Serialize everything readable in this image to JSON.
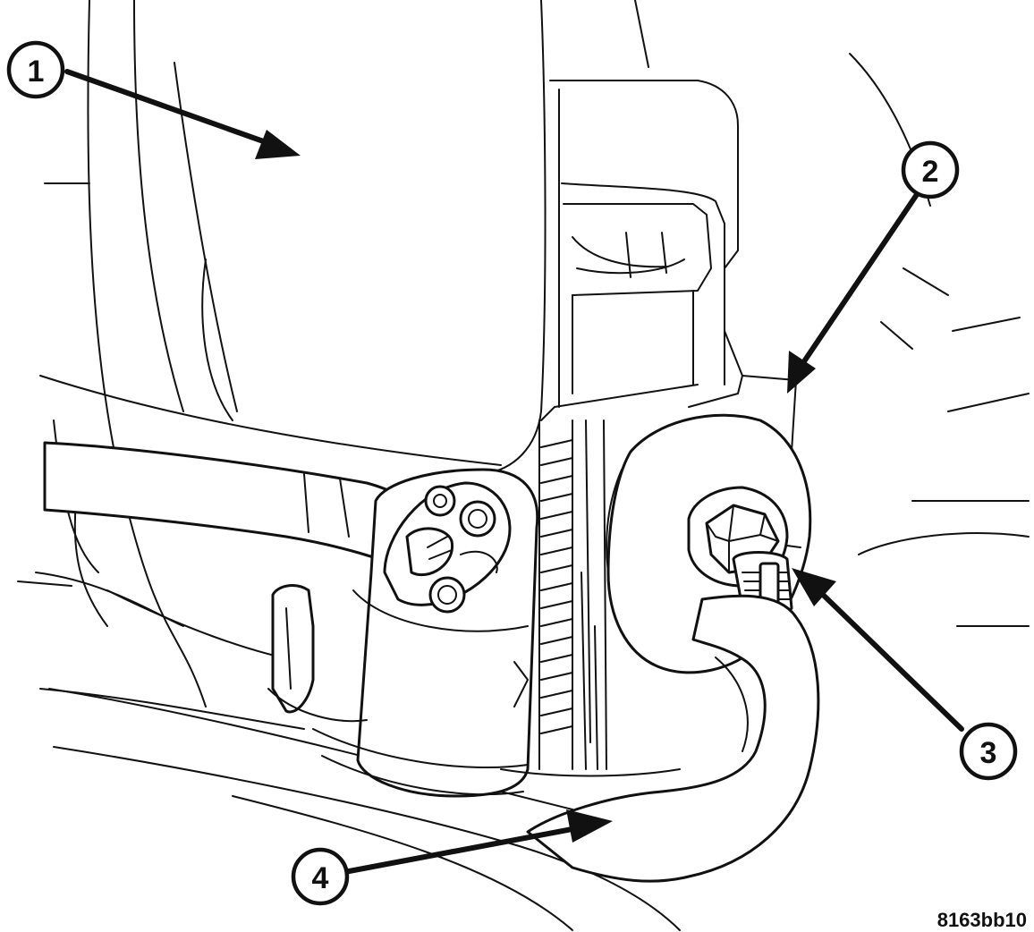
{
  "figure": {
    "id_label": "8163bb10"
  },
  "callouts": [
    {
      "number": "1"
    },
    {
      "number": "2"
    },
    {
      "number": "3"
    },
    {
      "number": "4"
    }
  ],
  "colors": {
    "ink": "#111111",
    "background": "#ffffff"
  }
}
